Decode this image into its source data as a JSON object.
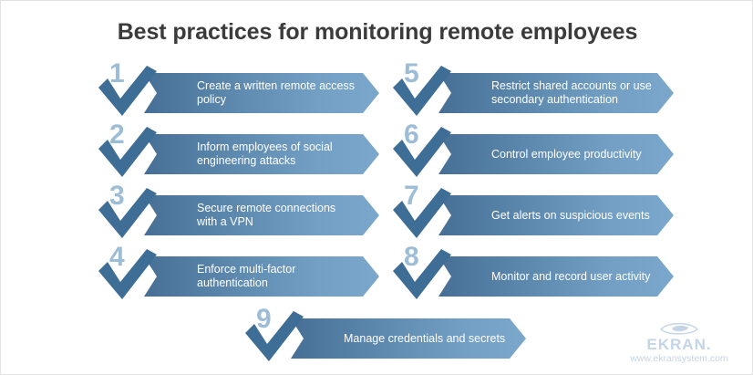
{
  "title": "Best practices for monitoring remote employees",
  "colors": {
    "background": "#ffffff",
    "title_text": "#3b3b3b",
    "checkmark": "#3f6casdf",
    "check_dark": "#3e6d96",
    "number": "#9dbdd7",
    "banner_start": "#476f95",
    "banner_end": "#7aa7cb",
    "banner_text": "#ffffff",
    "logo": "#c3d5e6"
  },
  "steps": [
    {
      "number": "1",
      "text": "Create a written remote access policy",
      "column": "left",
      "row": 1
    },
    {
      "number": "2",
      "text": "Inform employees of social\nengineering attacks",
      "column": "left",
      "row": 2
    },
    {
      "number": "3",
      "text": "Secure remote connections\nwith a VPN",
      "column": "left",
      "row": 3
    },
    {
      "number": "4",
      "text": "Enforce multi-factor authentication",
      "column": "left",
      "row": 4
    },
    {
      "number": "5",
      "text": "Restrict shared accounts or use\nsecondary authentication",
      "column": "right",
      "row": 1
    },
    {
      "number": "6",
      "text": "Control employee productivity",
      "column": "right",
      "row": 2
    },
    {
      "number": "7",
      "text": "Get alerts on suspicious events",
      "column": "right",
      "row": 3
    },
    {
      "number": "8",
      "text": "Monitor and record user activity",
      "column": "right",
      "row": 4
    },
    {
      "number": "9",
      "text": "Manage credentials and secrets",
      "column": "center",
      "row": 5
    }
  ],
  "logo": {
    "icon": "eye-icon",
    "brand": "EKRAN.",
    "url": "www.ekransystem.com"
  }
}
